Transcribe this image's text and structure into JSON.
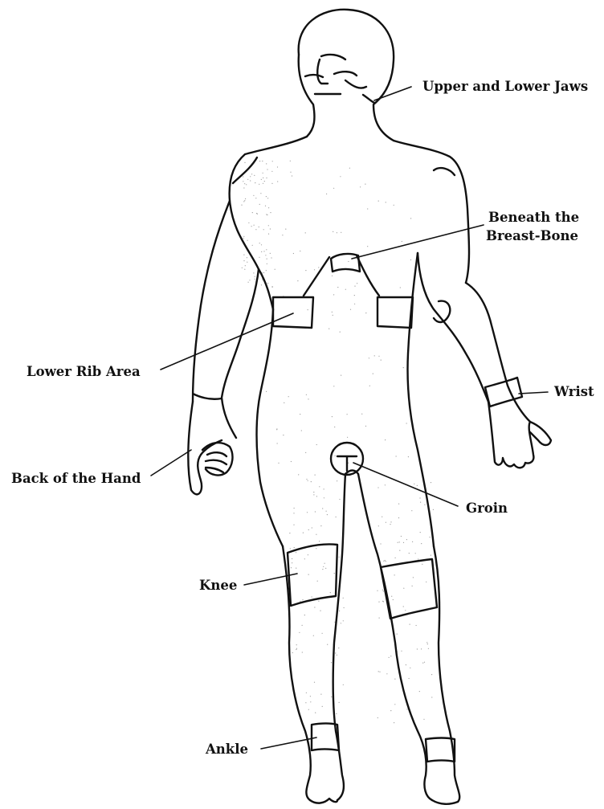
{
  "labels": {
    "jaws": "Upper and Lower Jaws",
    "breastbone_line1": "Beneath the",
    "breastbone_line2": "Breast-Bone",
    "rib": "Lower Rib Area",
    "wrist": "Wrist",
    "hand": "Back of the Hand",
    "groin": "Groin",
    "knee": "Knee",
    "ankle": "Ankle"
  },
  "colors": {
    "line": "#111111",
    "background": "#ffffff"
  }
}
